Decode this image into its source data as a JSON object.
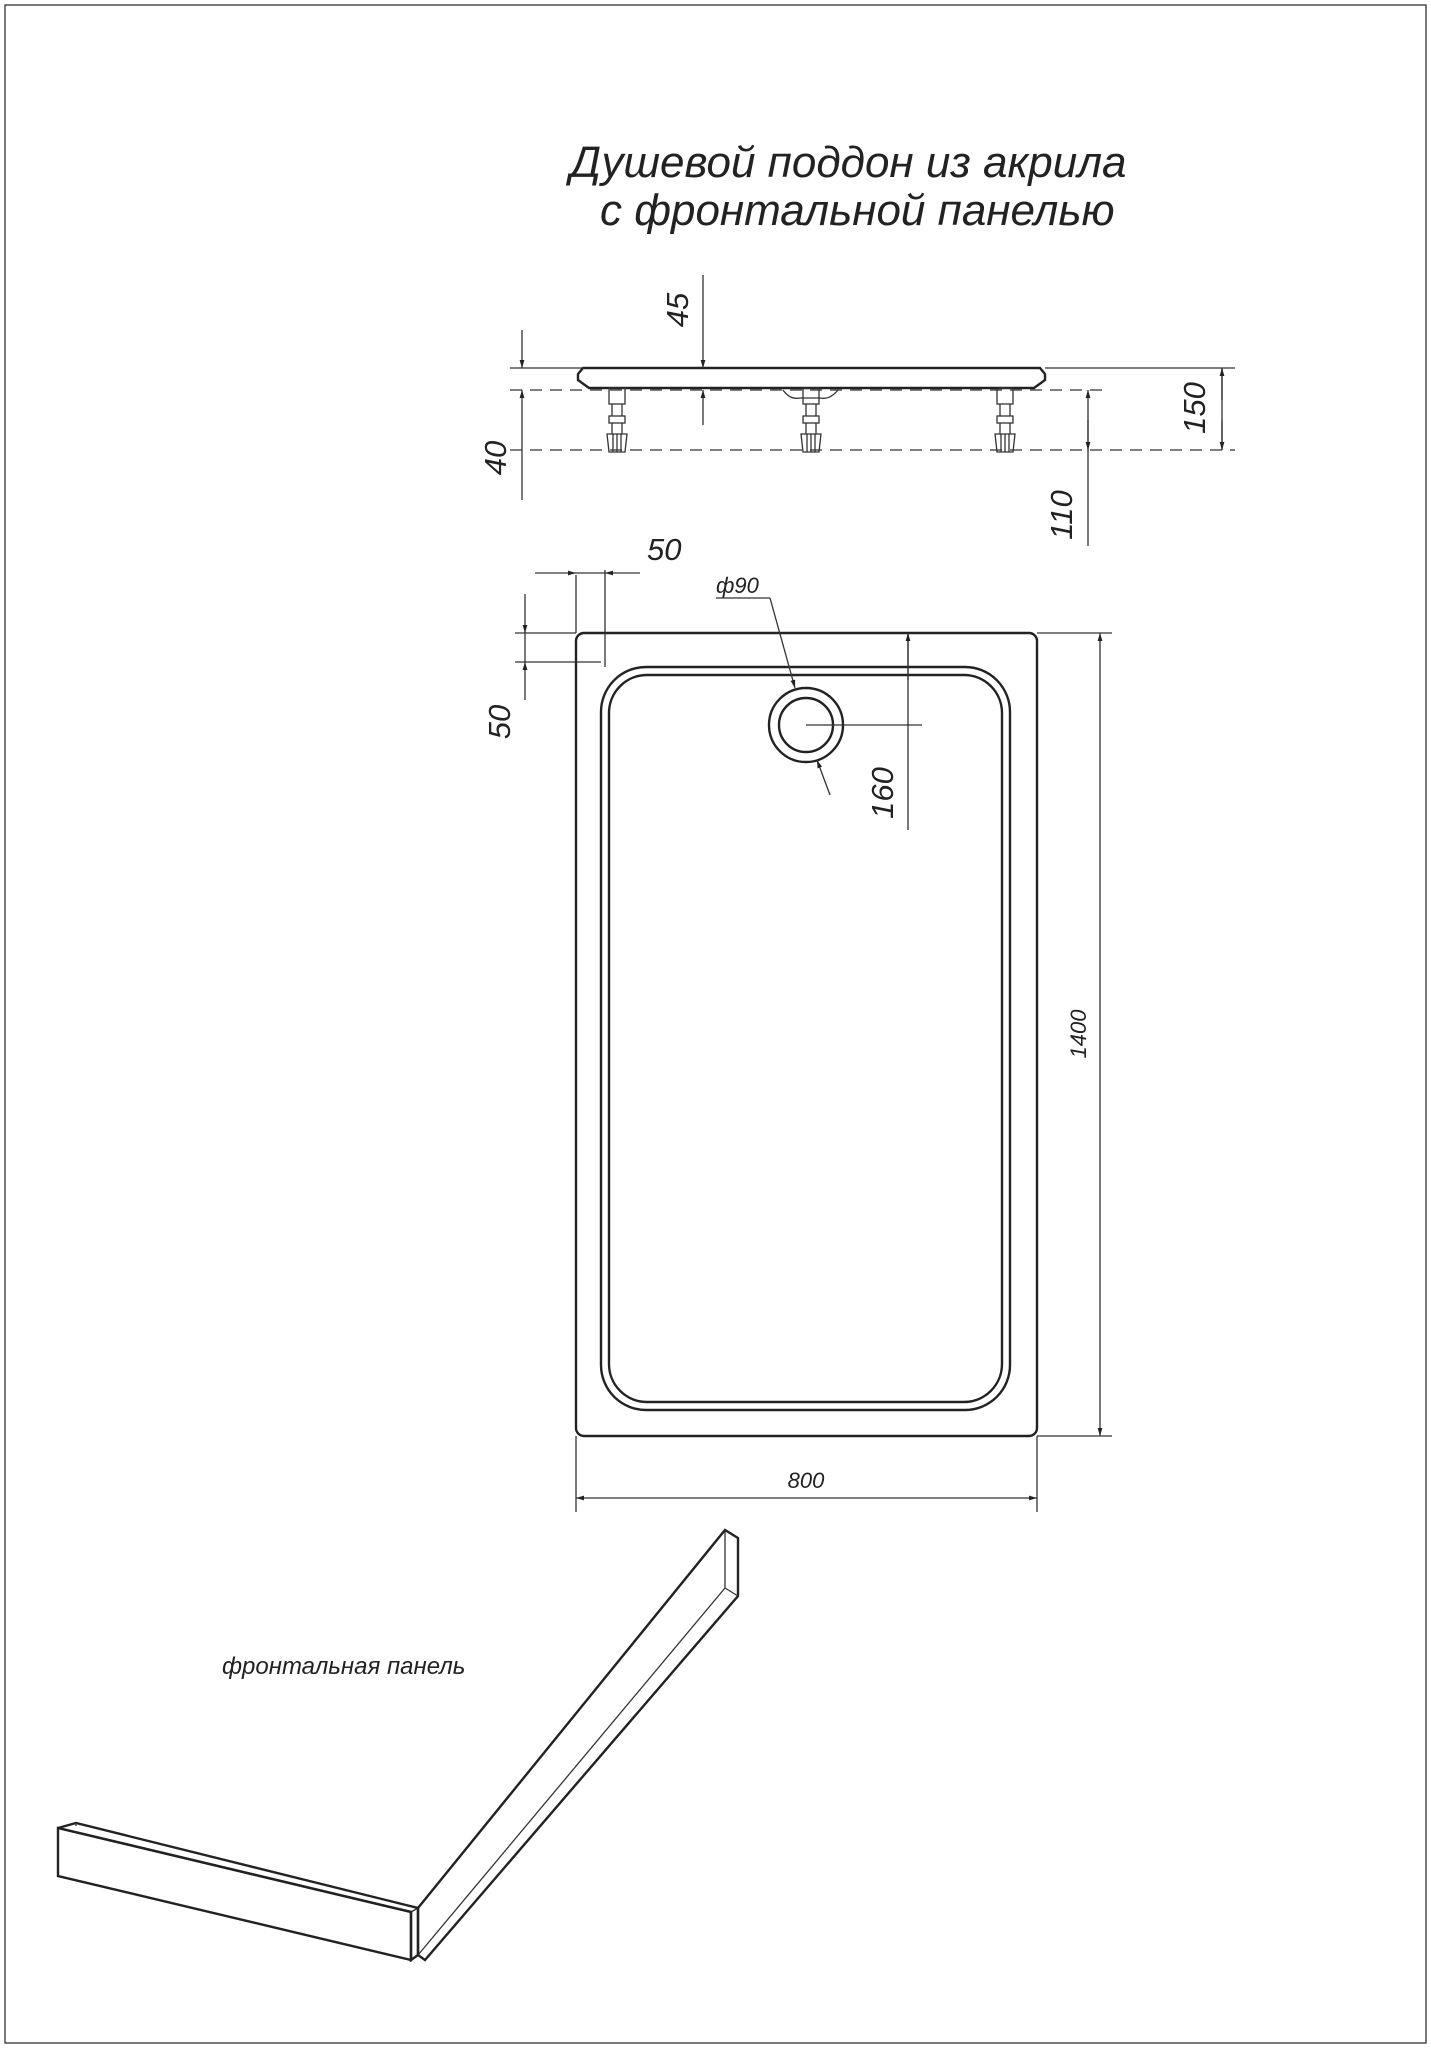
{
  "title": {
    "line1": "Душевой поддон из акрила",
    "line2": "с фронтальной панелью"
  },
  "side_view": {
    "dims": {
      "rim_height": "45",
      "leg_clearance": "40",
      "total_height": "150",
      "leg_height": "110"
    }
  },
  "top_view": {
    "dims": {
      "left_offset": "50",
      "top_offset": "50",
      "drain_diameter": "ф90",
      "drain_offset": "160",
      "length": "1400",
      "width": "800"
    }
  },
  "panel": {
    "label": "фронтальная панель"
  },
  "colors": {
    "line": "#222222",
    "background": "#ffffff"
  }
}
